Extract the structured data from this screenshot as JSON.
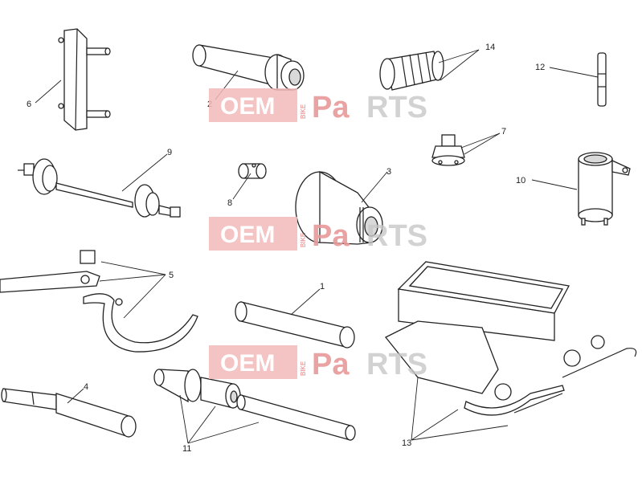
{
  "callouts": [
    {
      "label": "1"
    },
    {
      "label": "2"
    },
    {
      "label": "3"
    },
    {
      "label": "4"
    },
    {
      "label": "5"
    },
    {
      "label": "6"
    },
    {
      "label": "7"
    },
    {
      "label": "8"
    },
    {
      "label": "9"
    },
    {
      "label": "10"
    },
    {
      "label": "11"
    },
    {
      "label": "12"
    },
    {
      "label": "13"
    },
    {
      "label": "14"
    }
  ],
  "watermark": {
    "oem": "OEM",
    "bike": "BIKE",
    "pa": "Pa",
    "rts": "RTS",
    "colors": {
      "box": "#f2b8b8",
      "pa": "#e89a9a",
      "rts": "#c8c8c8"
    }
  }
}
